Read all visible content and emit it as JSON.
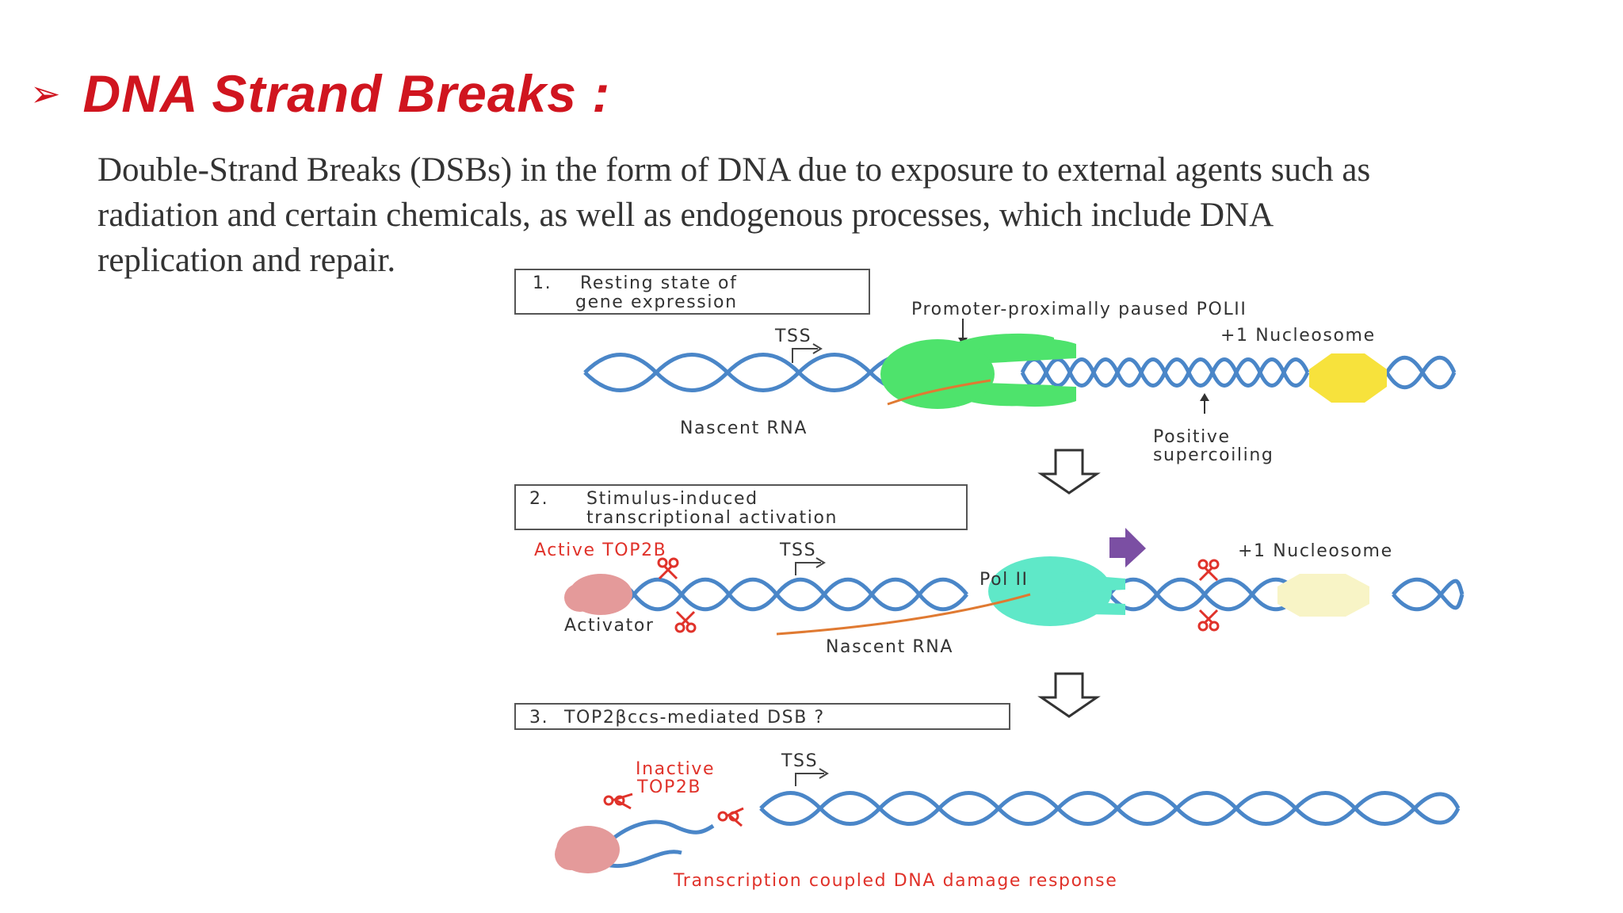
{
  "slide": {
    "bullet_symbol": "➢",
    "title": "DNA Strand Breaks :",
    "body_lines": [
      "Double-Strand Breaks (DSBs) in the form of DNA due to exposure to external agents such as",
      "radiation and certain chemicals, as well as endogenous processes, which include DNA",
      "replication and repair."
    ]
  },
  "figure": {
    "panel1": {
      "step_number": "1.",
      "step_title_line1": "Resting state of",
      "step_title_line2": "gene expression",
      "label_polii": "Promoter-proximally paused POLII",
      "label_tss": "TSS",
      "label_nucleosome": "+1 Nucleosome",
      "label_rna": "Nascent RNA",
      "label_supercoiling_line1": "Positive",
      "label_supercoiling_line2": "supercoiling"
    },
    "panel2": {
      "step_number": "2.",
      "step_title_line1": "Stimulus-induced",
      "step_title_line2": "transcriptional activation",
      "label_top2b": "Active TOP2B",
      "label_tss": "TSS",
      "label_nucleosome": "+1 Nucleosome",
      "label_polii": "Pol II",
      "label_activator": "Activator",
      "label_rna": "Nascent RNA"
    },
    "panel3": {
      "step_number": "3.",
      "step_title": "TOP2βccs-mediated DSB ?",
      "label_inactive_line1": "Inactive",
      "label_inactive_line2": "TOP2B",
      "label_tss": "TSS",
      "caption": "Transcription coupled DNA damage response"
    },
    "colors": {
      "title_red": "#d0151f",
      "dna_blue": "#4a86c8",
      "polii_green": "#4ee36c",
      "polii_teal": "#5fe8c8",
      "nucleosome_yellow": "#f7e23c",
      "nucleosome_pale": "#f8f4c6",
      "rna_orange": "#e07a32",
      "activator_pink": "#e49a9a",
      "direction_purple": "#7b4fa3",
      "label_red": "#e0322a"
    }
  }
}
